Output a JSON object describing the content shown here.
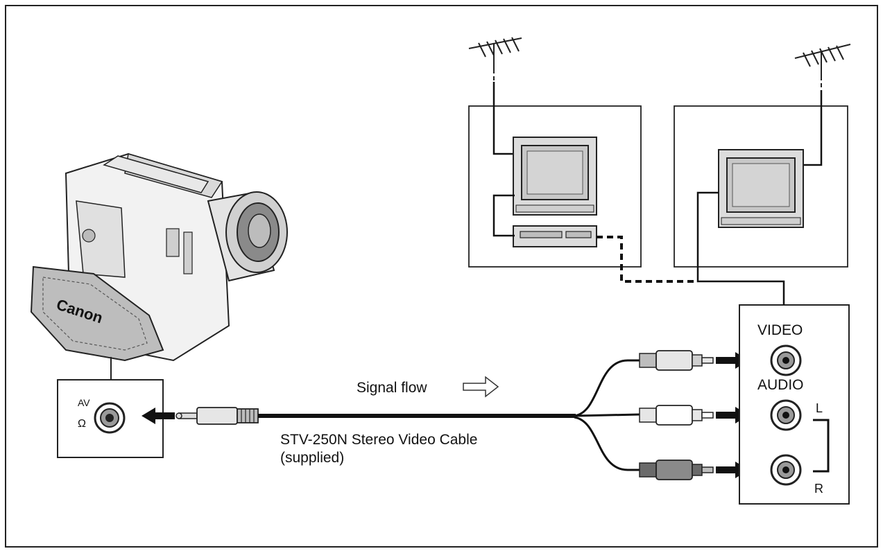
{
  "camcorder": {
    "brand_text": "Canon",
    "jack_label": "AV",
    "headphone_symbol": "Ω"
  },
  "signal": {
    "label": "Signal flow"
  },
  "cable": {
    "name": "STV-250N Stereo Video Cable",
    "note": "(supplied)"
  },
  "tv_panel": {
    "video_label": "VIDEO",
    "audio_label": "AUDIO",
    "left_label": "L",
    "right_label": "R"
  },
  "colors": {
    "line": "#111111",
    "plug_light": "#e6e6e6",
    "plug_mid": "#bdbdbd",
    "plug_dark": "#6a6a6a",
    "tv_body": "#dcdcdc",
    "screen": "#c8c8c8"
  }
}
